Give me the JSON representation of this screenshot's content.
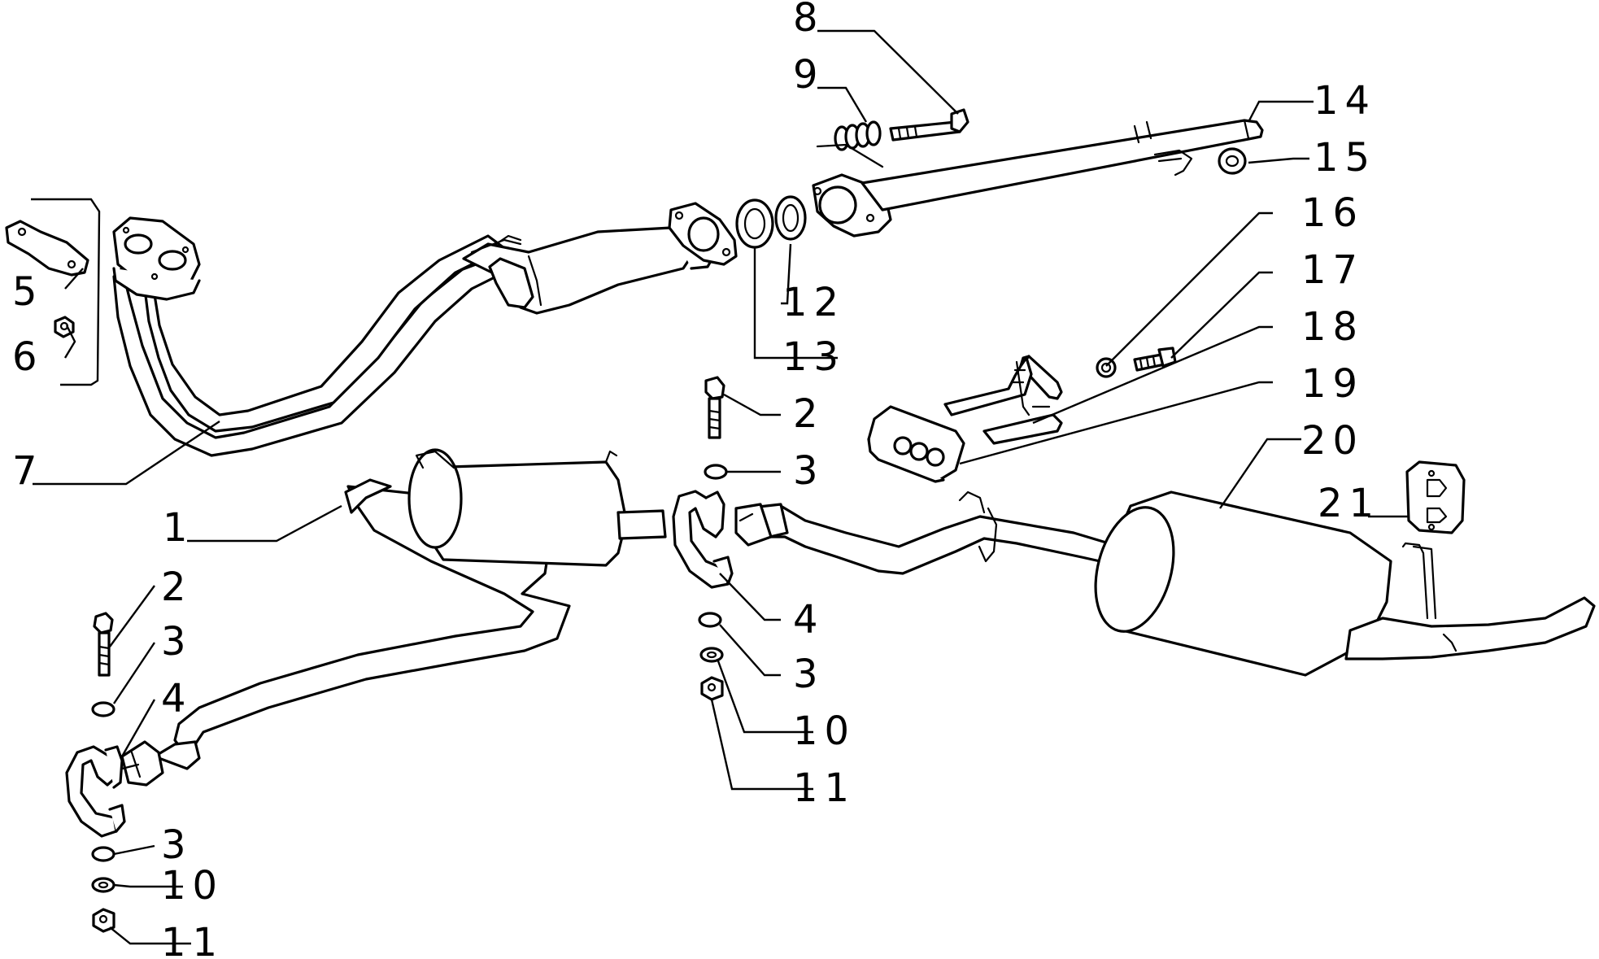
{
  "diagram": {
    "callouts": [
      {
        "id": "c8",
        "text": "8"
      },
      {
        "id": "c9",
        "text": "9"
      },
      {
        "id": "c14",
        "text": "14"
      },
      {
        "id": "c15",
        "text": "15"
      },
      {
        "id": "c16",
        "text": "16"
      },
      {
        "id": "c17",
        "text": "17"
      },
      {
        "id": "c18",
        "text": "18"
      },
      {
        "id": "c19",
        "text": "19"
      },
      {
        "id": "c20",
        "text": "20"
      },
      {
        "id": "c21",
        "text": "21"
      },
      {
        "id": "c5",
        "text": "5"
      },
      {
        "id": "c6",
        "text": "6"
      },
      {
        "id": "c7",
        "text": "7"
      },
      {
        "id": "c12",
        "text": "12"
      },
      {
        "id": "c13",
        "text": "13"
      },
      {
        "id": "c1",
        "text": "1"
      },
      {
        "id": "c2a",
        "text": "2"
      },
      {
        "id": "c3a",
        "text": "3"
      },
      {
        "id": "c4a",
        "text": "4"
      },
      {
        "id": "c3b",
        "text": "3"
      },
      {
        "id": "c10a",
        "text": "10"
      },
      {
        "id": "c11a",
        "text": "11"
      },
      {
        "id": "c2b",
        "text": "2"
      },
      {
        "id": "c3c",
        "text": "3"
      },
      {
        "id": "c4b",
        "text": "4"
      },
      {
        "id": "c3d",
        "text": "3"
      },
      {
        "id": "c10b",
        "text": "10"
      },
      {
        "id": "c11b",
        "text": "11"
      }
    ]
  }
}
